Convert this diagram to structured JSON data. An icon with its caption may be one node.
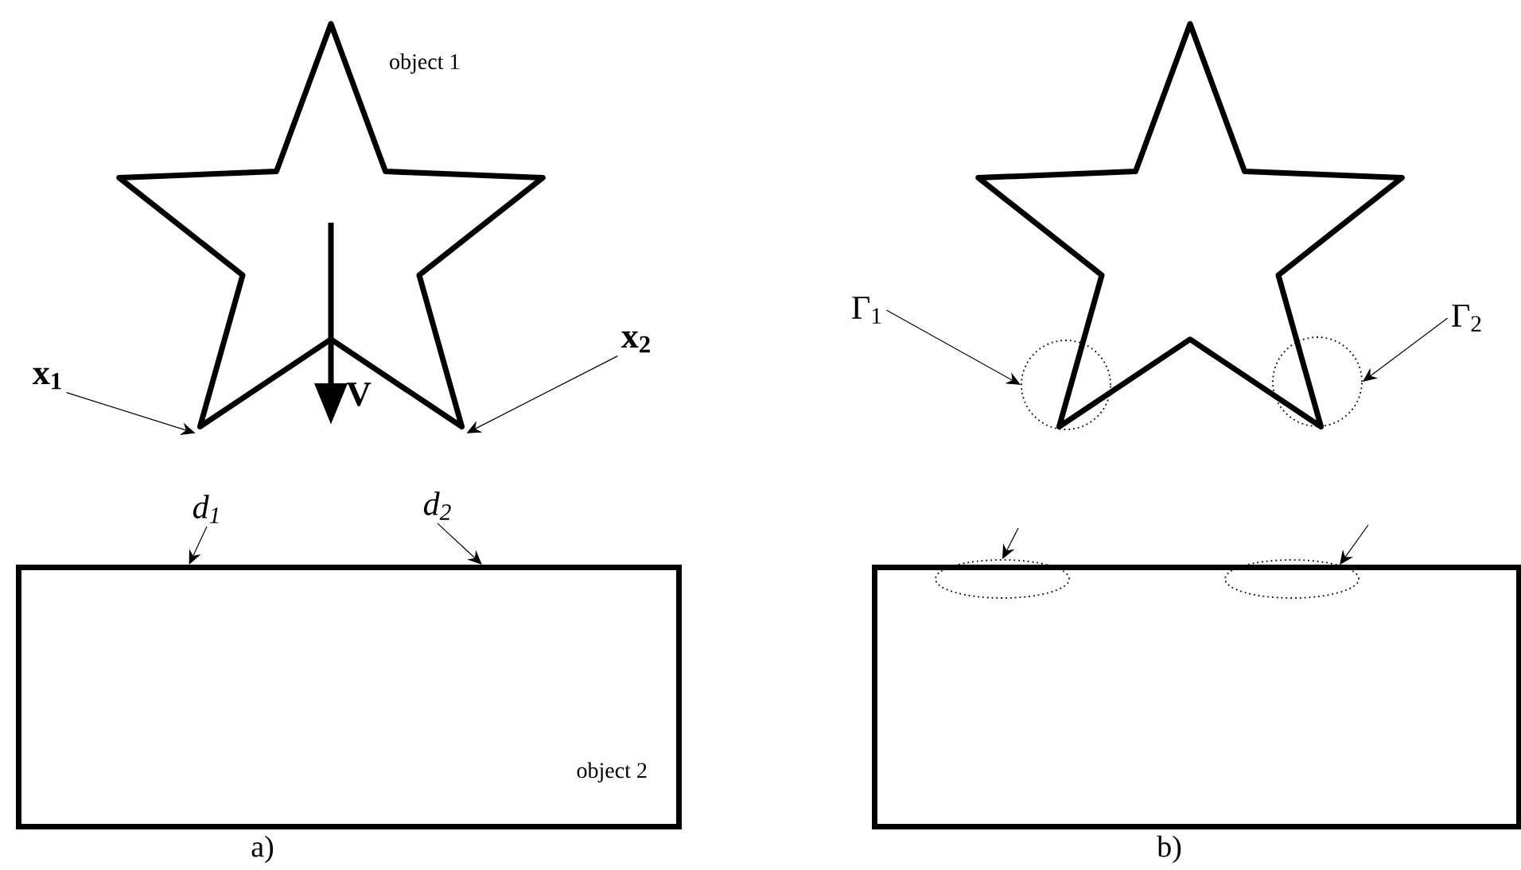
{
  "diagram": {
    "nodes": [
      {
        "text": [],
        "shape": "star",
        "beside": [
          "object 1"
        ]
      },
      {
        "text": [
          "x$_{1}$"
        ]
      },
      {
        "text": [
          "x$_{2}$"
        ]
      },
      {
        "text": [
          "d$_{1}$"
        ]
      },
      {
        "text": [
          "d$_{2}$"
        ]
      },
      {
        "text": [
          "object 2"
        ]
      },
      {
        "text": [],
        "shape": "star"
      },
      {
        "text": [
          "Γ$_{1}$"
        ]
      },
      {
        "text": [
          "Γ$_{2}$"
        ]
      },
      {
        "text": [],
        "shape": "circle"
      },
      {
        "text": [],
        "shape": "circle"
      },
      {
        "text": [],
        "shape": "box"
      },
      {
        "text": [],
        "shape": "ellipse"
      },
      {
        "text": [],
        "shape": "ellipse"
      }
    ],
    "edges": [
      {
        "from": 1,
        "to": 0,
        "arrow": "to"
      },
      {
        "from": 2,
        "to": 0,
        "arrow": "to"
      },
      {
        "from": 3,
        "to": 5,
        "arrow": "to"
      },
      {
        "from": 4,
        "to": 5,
        "arrow": "to"
      },
      {
        "from": 7,
        "to": 9,
        "arrow": "to"
      },
      {
        "from": 8,
        "to": 10,
        "arrow": "to"
      },
      {
        "from": null,
        "to": 12,
        "arrow": "to"
      },
      {
        "from": null,
        "to": 13,
        "arrow": "to"
      }
    ],
    "labels": [
      "V",
      "a)",
      "b)"
    ]
  }
}
